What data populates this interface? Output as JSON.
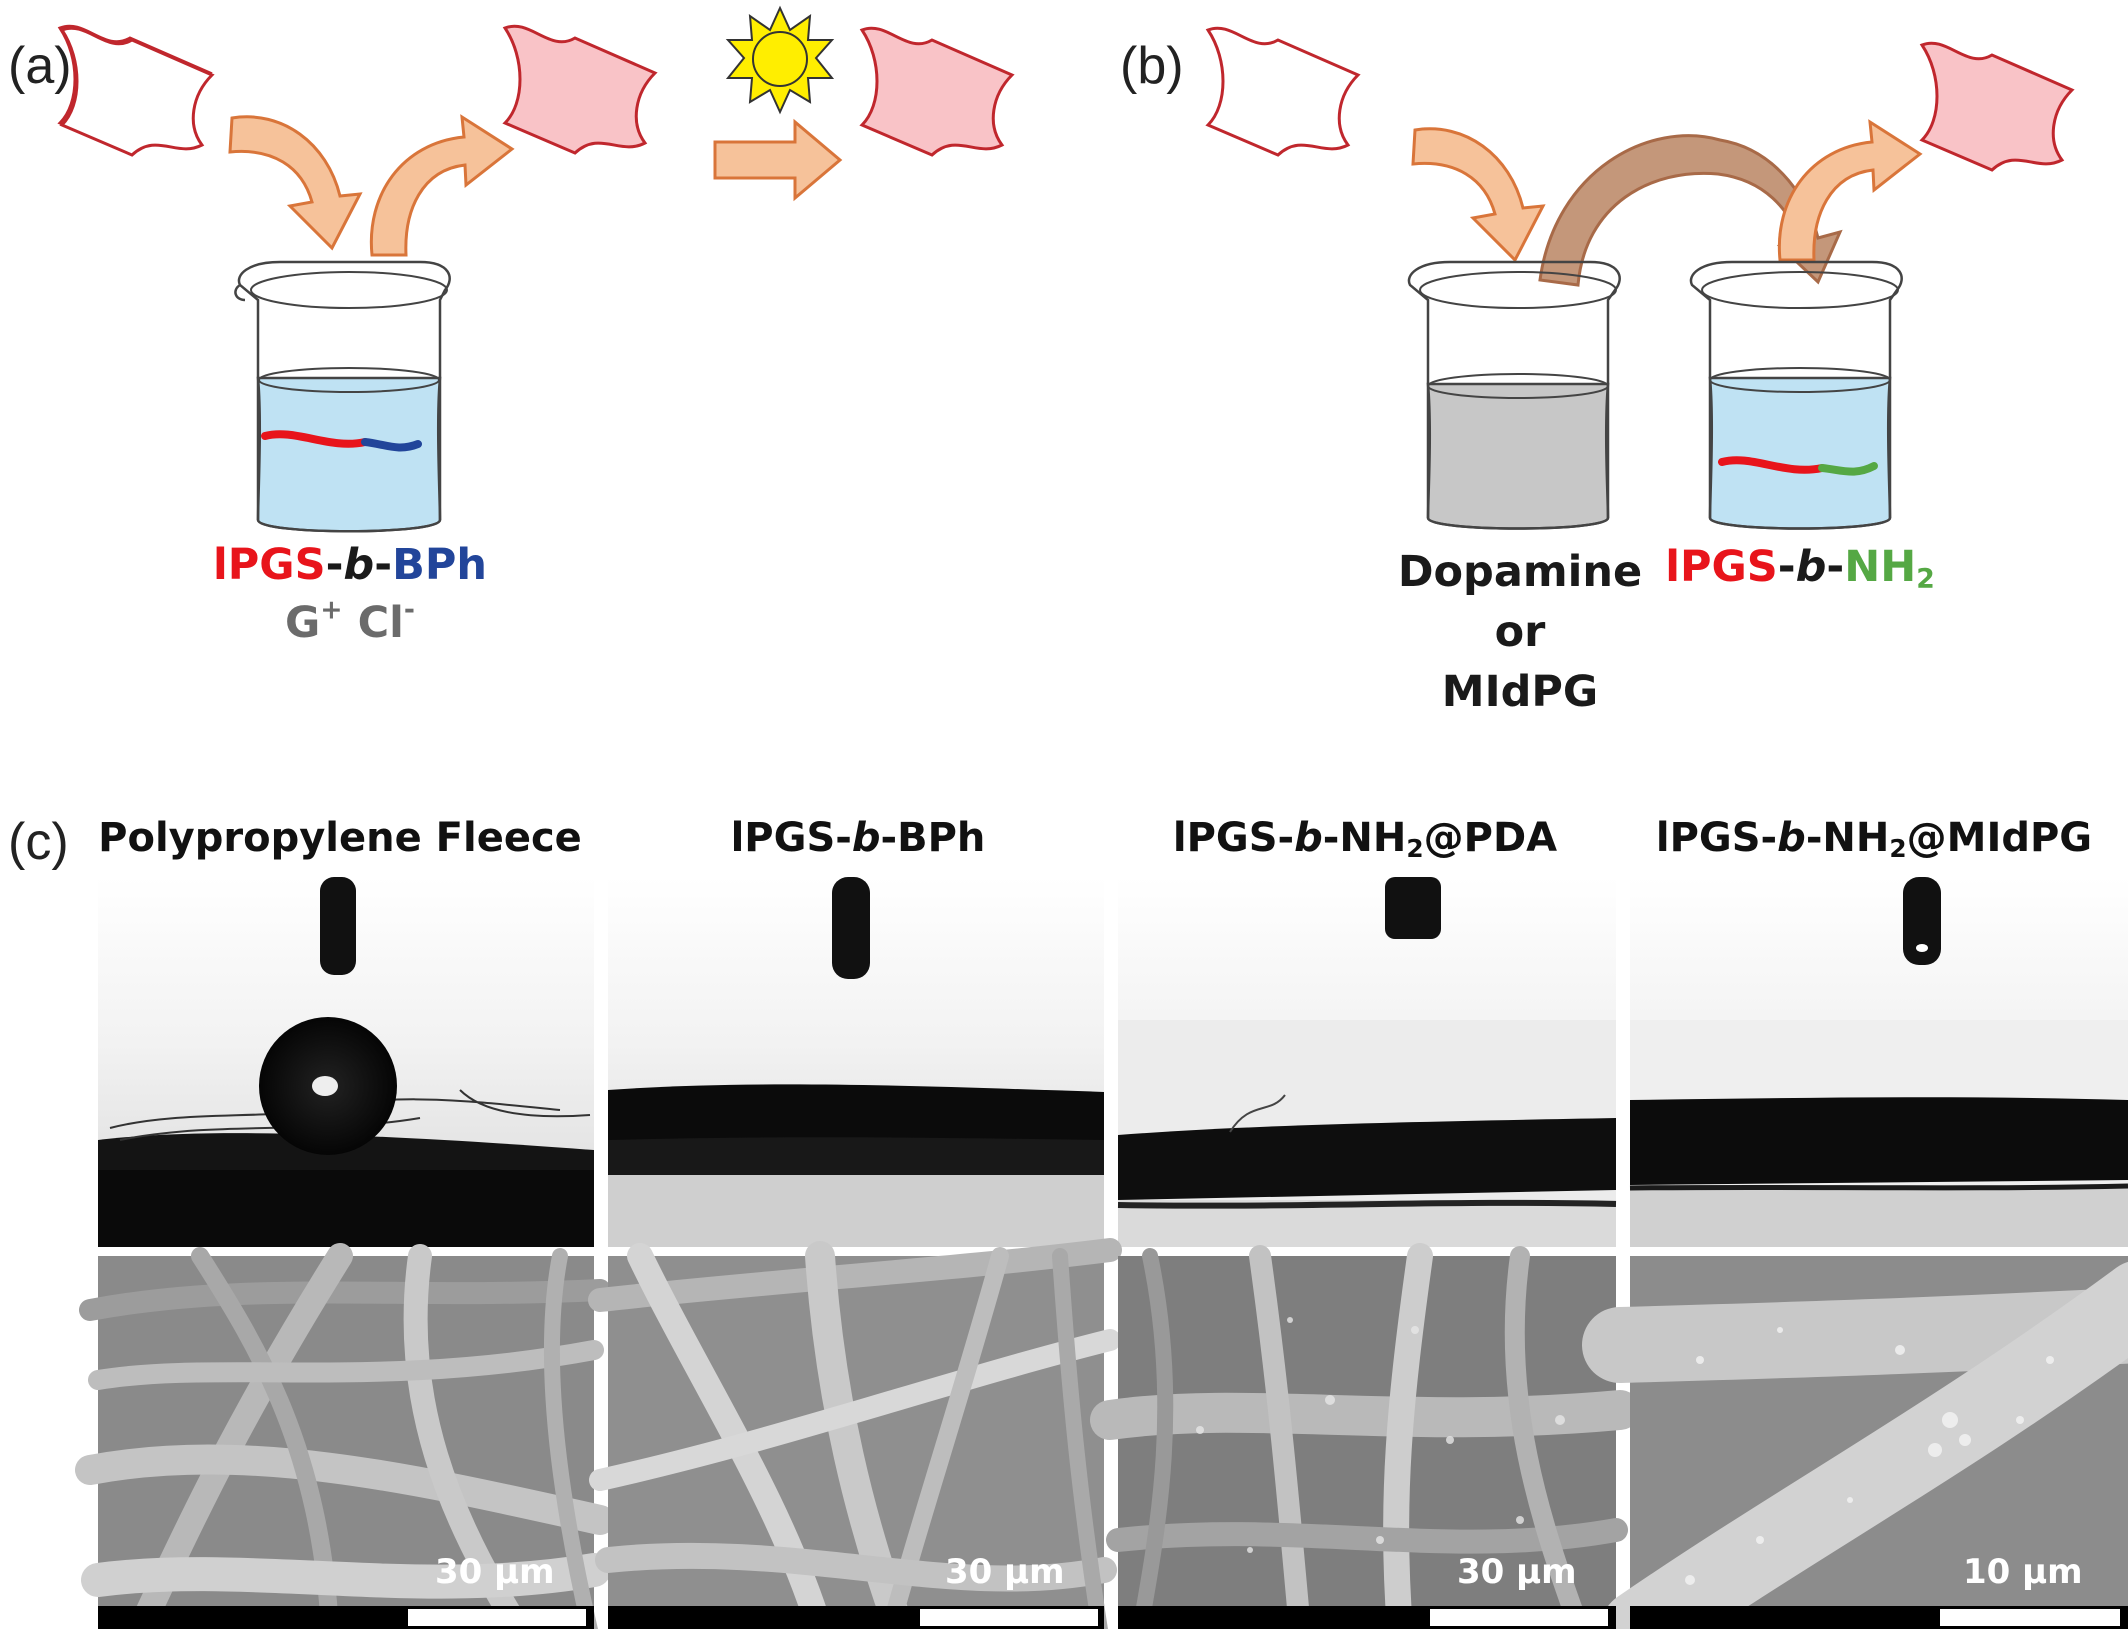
{
  "panels": {
    "a": {
      "label": "(a)",
      "polymer": {
        "part1": "lPGS",
        "sep": "-",
        "b": "b",
        "sep2": "-",
        "part2": "BPh"
      },
      "salt": {
        "cation": "G",
        "cation_charge": "+",
        "anion": "Cl",
        "anion_charge": "-"
      }
    },
    "b": {
      "label": "(b)",
      "beaker1_line1": "Dopamine",
      "beaker1_line2": "or",
      "beaker1_line3": "MIdPG",
      "polymer": {
        "part1": "lPGS",
        "sep": "-",
        "b": "b",
        "sep2": "-",
        "part2": "NH",
        "sub": "2"
      }
    },
    "c": {
      "label": "(c)",
      "columns": [
        {
          "title_plain": "Polypropylene Fleece",
          "scale": "30 µm"
        },
        {
          "title_pre": "lPGS-",
          "title_b": "b",
          "title_post": "-BPh",
          "scale": "30 µm"
        },
        {
          "title_pre": "lPGS-",
          "title_b": "b",
          "title_mid": "-NH",
          "title_sub": "2",
          "title_post": "@PDA",
          "scale": "30 µm"
        },
        {
          "title_pre": "lPGS-",
          "title_b": "b",
          "title_mid": "-NH",
          "title_sub": "2",
          "title_post": "@MIdPG",
          "scale": "10 µm"
        }
      ]
    }
  },
  "colors": {
    "paper_outline": "#c0272d",
    "paper_fill_coated": "#f9c3c7",
    "arrow_fill": "#f6c29a",
    "arrow_stroke": "#d9753a",
    "water": "#bfe2f3",
    "dopamine": "#c7c7c7",
    "sun": "#ffee00",
    "polymer_red": "#e8141b",
    "polymer_blue": "#22459a",
    "polymer_green": "#55a844"
  }
}
